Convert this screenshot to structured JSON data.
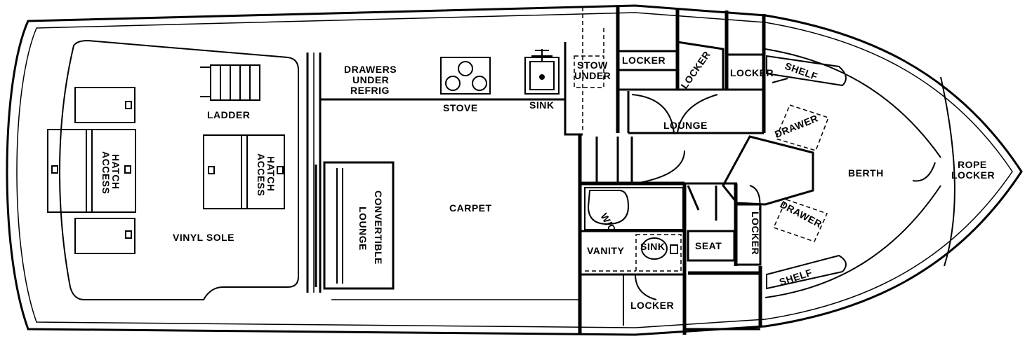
{
  "labels": {
    "ladder": "LADDER",
    "access_hatch_left_1": "ACCESS",
    "access_hatch_left_2": "HATCH",
    "access_hatch_right_1": "ACCESS",
    "access_hatch_right_2": "HATCH",
    "vinyl_sole": "VINYL SOLE",
    "drawers_1": "DRAWERS",
    "drawers_2": "UNDER",
    "drawers_3": "REFRIG",
    "stove": "STOVE",
    "sink_galley": "SINK",
    "stow_1": "STOW",
    "stow_2": "UNDER",
    "locker_1": "LOCKER",
    "locker_2": "LOCKER",
    "locker_3": "LOCKER",
    "lounge": "LOUNGE",
    "shelf_top": "SHELF",
    "shelf_bottom": "SHELF",
    "drawer_top": "DRAWER",
    "drawer_bottom": "DRAWER",
    "berth": "BERTH",
    "rope_locker_1": "ROPE",
    "rope_locker_2": "LOCKER",
    "convertible_1": "CONVERTIBLE",
    "convertible_2": "LOUNGE",
    "carpet": "CARPET",
    "wc": "W/C",
    "vanity": "VANITY",
    "sink_head": "SINK",
    "seat": "SEAT",
    "locker_vertical": "LOCKER",
    "locker_bottom": "LOCKER"
  }
}
